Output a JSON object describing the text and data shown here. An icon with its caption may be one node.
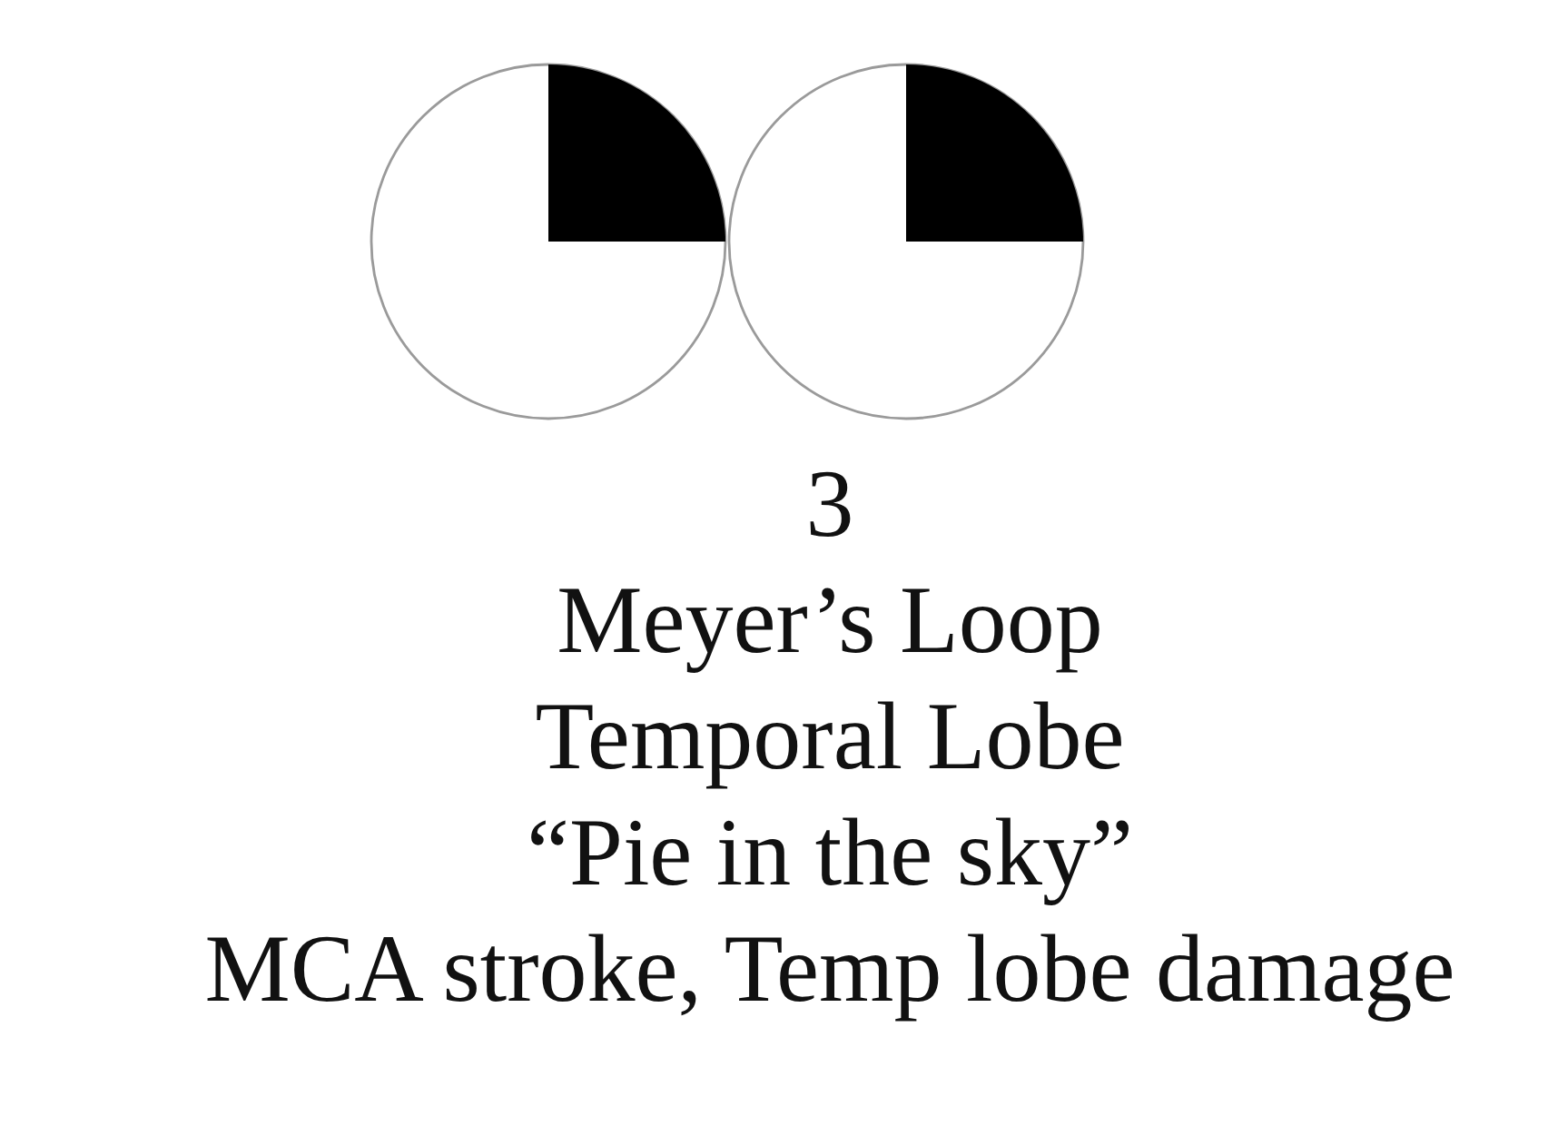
{
  "diagram": {
    "labels": [
      "3",
      "Meyer’s Loop",
      "Temporal Lobe",
      "“Pie in the sky”",
      "MCA stroke, Temp lobe damage"
    ]
  }
}
